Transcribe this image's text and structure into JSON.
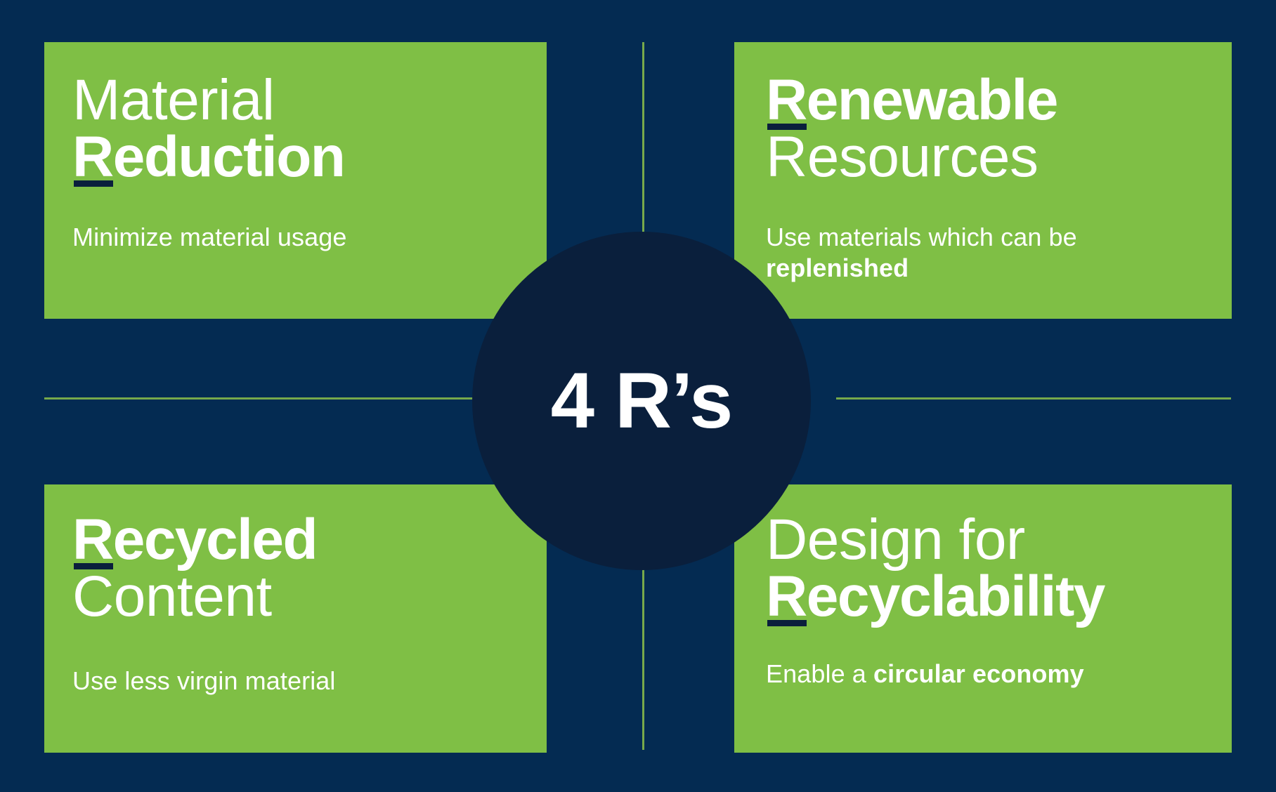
{
  "theme": {
    "background_color": "#042B52",
    "card_color": "#7FBF45",
    "hub_color": "#0A1F3C",
    "text_color": "#FFFFFF",
    "divider_color": "#8CC04A",
    "underline_color": "#0A1F3C"
  },
  "center": {
    "label": "4 R’s"
  },
  "quadrants": {
    "material_reduction": {
      "title_line1": "Material",
      "title_line2": "Reduction",
      "title_line1_weight": "light",
      "title_line2_weight": "bold",
      "underline_on": "line2",
      "subcopy_plain": "Minimize material usage",
      "subcopy_bold": ""
    },
    "renewable_resources": {
      "title_line1": "Renewable",
      "title_line2": "Resources",
      "title_line1_weight": "bold",
      "title_line2_weight": "light",
      "underline_on": "line1",
      "subcopy_plain": "Use materials which can be ",
      "subcopy_bold": "replenished"
    },
    "recycled_content": {
      "title_line1": "Recycled",
      "title_line2": "Content",
      "title_line1_weight": "bold",
      "title_line2_weight": "light",
      "underline_on": "line1",
      "subcopy_plain": "Use less virgin material",
      "subcopy_bold": ""
    },
    "design_recyclability": {
      "title_line1": "Design for",
      "title_line2": "Recyclability",
      "title_line1_weight": "light",
      "title_line2_weight": "bold",
      "underline_on": "line2",
      "subcopy_plain": "Enable a ",
      "subcopy_bold": "circular economy"
    }
  }
}
